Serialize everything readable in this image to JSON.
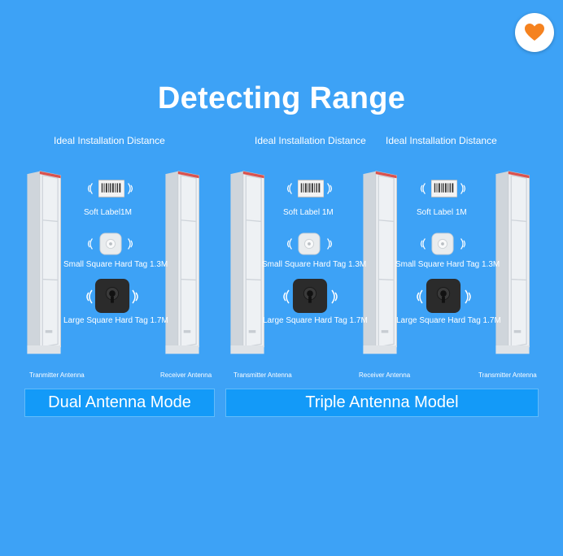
{
  "title": "Detecting Range",
  "installation_label": "Ideal Installation Distance",
  "tags": {
    "soft_label_left": "Soft Label1M",
    "soft_label": "Soft Label 1M",
    "small_tag": "Small Square Hard Tag 1.3M",
    "large_tag": "Large Square Hard Tag 1.7M"
  },
  "antennas": {
    "transmitter_misspelled": "Tranmitter Antenna",
    "receiver": "Receiver Antenna",
    "transmitter": "Transmitter Antenna"
  },
  "modes": {
    "dual": "Dual Antenna Mode",
    "triple": "Triple Antenna Model"
  },
  "colors": {
    "background": "#3da2f6",
    "mode_bar": "#139af8",
    "favorite": "#f5821f"
  },
  "icons": [
    "heart-icon",
    "antenna-gate-icon",
    "barcode-label-icon",
    "small-hard-tag-icon",
    "large-hard-tag-icon",
    "signal-wave-icon"
  ]
}
